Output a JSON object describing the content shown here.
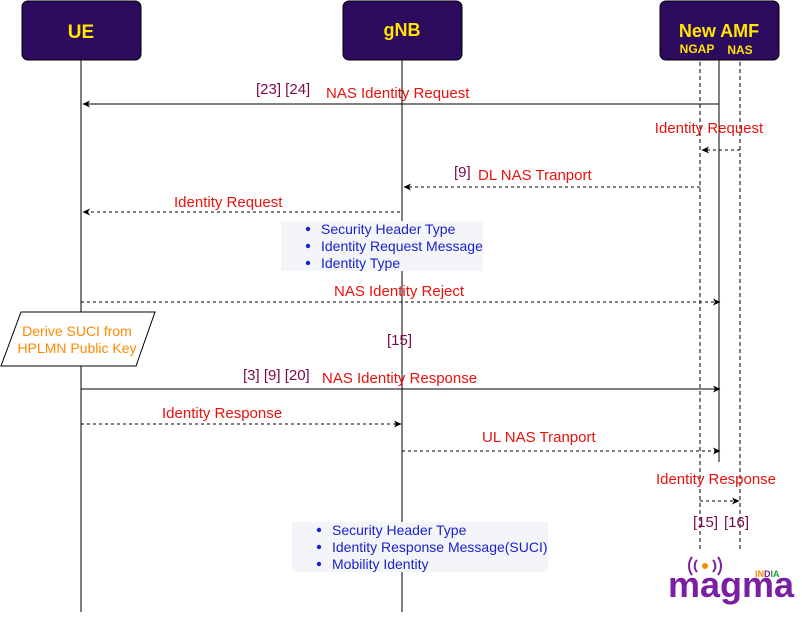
{
  "entities": {
    "ue": "UE",
    "gnb": "gNB",
    "amf": "New AMF",
    "ngap": "NGAP",
    "nas": "NAS"
  },
  "messages": [
    {
      "label": "NAS Identity Request",
      "refs": "[23] [24]"
    },
    {
      "label": "Identity Request"
    },
    {
      "label": "DL NAS Tranport",
      "refs": "[9]"
    },
    {
      "label": "Identity Request"
    },
    {
      "label": "NAS Identity Reject"
    },
    {
      "label": "NAS Identity Response",
      "refs": "[3] [9] [20]"
    },
    {
      "label": "Identity Response"
    },
    {
      "label": "UL NAS Tranport"
    },
    {
      "label": "Identity Response"
    }
  ],
  "note": {
    "line1": "Derive SUCI from",
    "line2": "HPLMN Public Key"
  },
  "gnb_ref": "[15]",
  "amf_refs": {
    "ngap": "[15]",
    "nas": "[16]"
  },
  "info_request": [
    "Security Header Type",
    "Identity Request Message",
    "Identity Type"
  ],
  "info_response": [
    "Security Header Type",
    "Identity Response Message(SUCI)",
    "Mobility Identity"
  ],
  "logo": {
    "text": "magma",
    "sub_i": "IN",
    "sub_d": "D",
    "sub_ia": "IA",
    "colors": {
      "purple": "#7b1fa2",
      "orange": "#ff8a00",
      "green": "#1e9e3a"
    }
  }
}
